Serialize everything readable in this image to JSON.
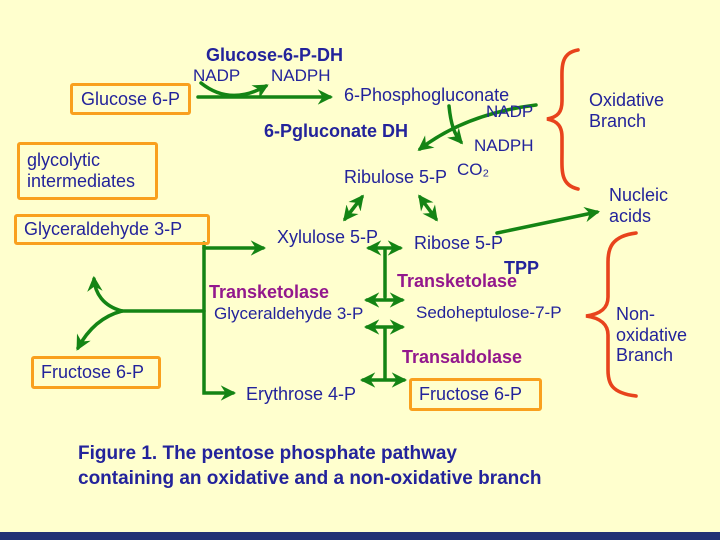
{
  "slide": {
    "background": "#FFFFCE",
    "bottom_bar_color": "#223175"
  },
  "metabolites": {
    "glucose6p": "Glucose 6-P",
    "phosphogluconate": "6-Phosphogluconate",
    "ribulose5p": "Ribulose 5-P",
    "xylulose5p": "Xylulose 5-P",
    "ribose5p": "Ribose 5-P",
    "glyceraldehyde3p_box": "Glyceraldehyde 3-P",
    "glyceraldehyde3p": "Glyceraldehyde 3-P",
    "sedoheptulose7p": "Sedoheptulose-7-P",
    "erythrose4p": "Erythrose 4-P",
    "fructose6p_left": "Fructose 6-P",
    "fructose6p_right": "Fructose 6-P",
    "glycolytic_intermediates": "glycolytic\nintermediates",
    "nucleic_acids": "Nucleic\nacids"
  },
  "enzymes": {
    "glucose6pdh": "Glucose-6-P-DH",
    "pgluconate_dh": "6-Pgluconate DH",
    "transketolase_left": "Transketolase",
    "transketolase_right": "Transketolase",
    "tpp": "TPP",
    "transaldolase": "Transaldolase"
  },
  "cofactors": {
    "nadp_1": "NADP",
    "nadph_1": "NADPH",
    "nadp_2": "NADP",
    "nadph_2": "NADPH",
    "co2": "CO₂"
  },
  "branches": {
    "oxidative": "Oxidative\nBranch",
    "non_oxidative": "Non-\noxidative\nBranch"
  },
  "caption": {
    "line1": "Figure 1. The pentose phosphate pathway",
    "line2": "containing an oxidative and a non-oxidative branch"
  },
  "colors": {
    "text": "#23239B",
    "enzyme": "#93188D",
    "arrow": "#148414",
    "box_border": "#F9A01E",
    "brace": "#E8431C"
  }
}
